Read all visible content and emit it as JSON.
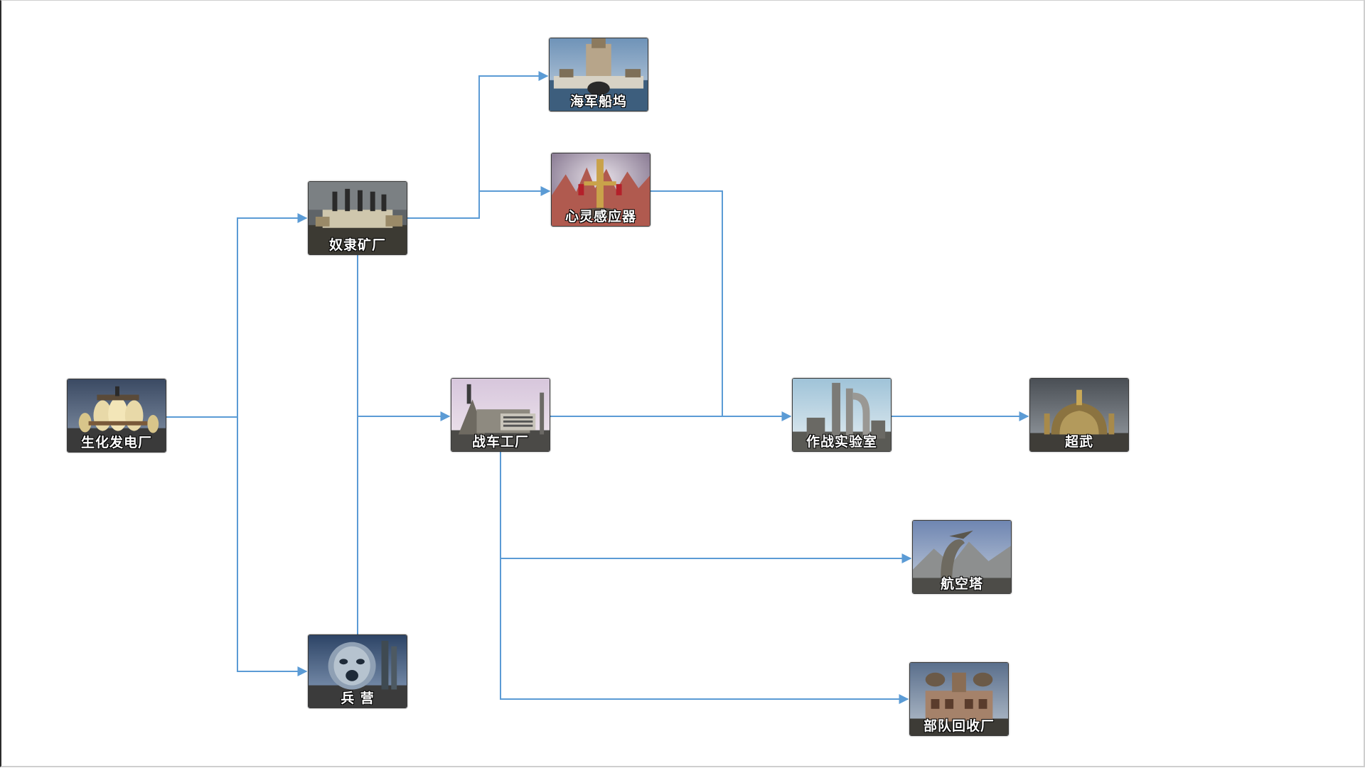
{
  "diagram": {
    "line_color": "#5b9bd5",
    "nodes": [
      {
        "id": "power",
        "label": "生化发电厂",
        "icon": "bio-power-plant-icon"
      },
      {
        "id": "mine",
        "label": "奴隶矿厂",
        "icon": "slave-miner-icon"
      },
      {
        "id": "barracks",
        "label": "兵 营",
        "icon": "barracks-icon"
      },
      {
        "id": "dock",
        "label": "海军船坞",
        "icon": "naval-shipyard-icon"
      },
      {
        "id": "psychic",
        "label": "心灵感应器",
        "icon": "psychic-radar-icon"
      },
      {
        "id": "factory",
        "label": "战车工厂",
        "icon": "war-factory-icon"
      },
      {
        "id": "lab",
        "label": "作战实验室",
        "icon": "battle-lab-icon"
      },
      {
        "id": "super",
        "label": "超武",
        "icon": "superweapon-icon"
      },
      {
        "id": "air",
        "label": "航空塔",
        "icon": "air-tower-icon"
      },
      {
        "id": "recycle",
        "label": "部队回收厂",
        "icon": "grinder-icon"
      }
    ],
    "edges": [
      {
        "from": "power",
        "to": "mine"
      },
      {
        "from": "power",
        "to": "barracks"
      },
      {
        "from": "mine",
        "to": "dock"
      },
      {
        "from": "mine",
        "to": "psychic"
      },
      {
        "from": "mine",
        "to": "factory"
      },
      {
        "from": "barracks",
        "to": "factory"
      },
      {
        "from": "factory",
        "to": "lab"
      },
      {
        "from": "psychic",
        "to": "lab"
      },
      {
        "from": "lab",
        "to": "super"
      },
      {
        "from": "factory",
        "to": "air"
      },
      {
        "from": "factory",
        "to": "recycle"
      }
    ]
  }
}
